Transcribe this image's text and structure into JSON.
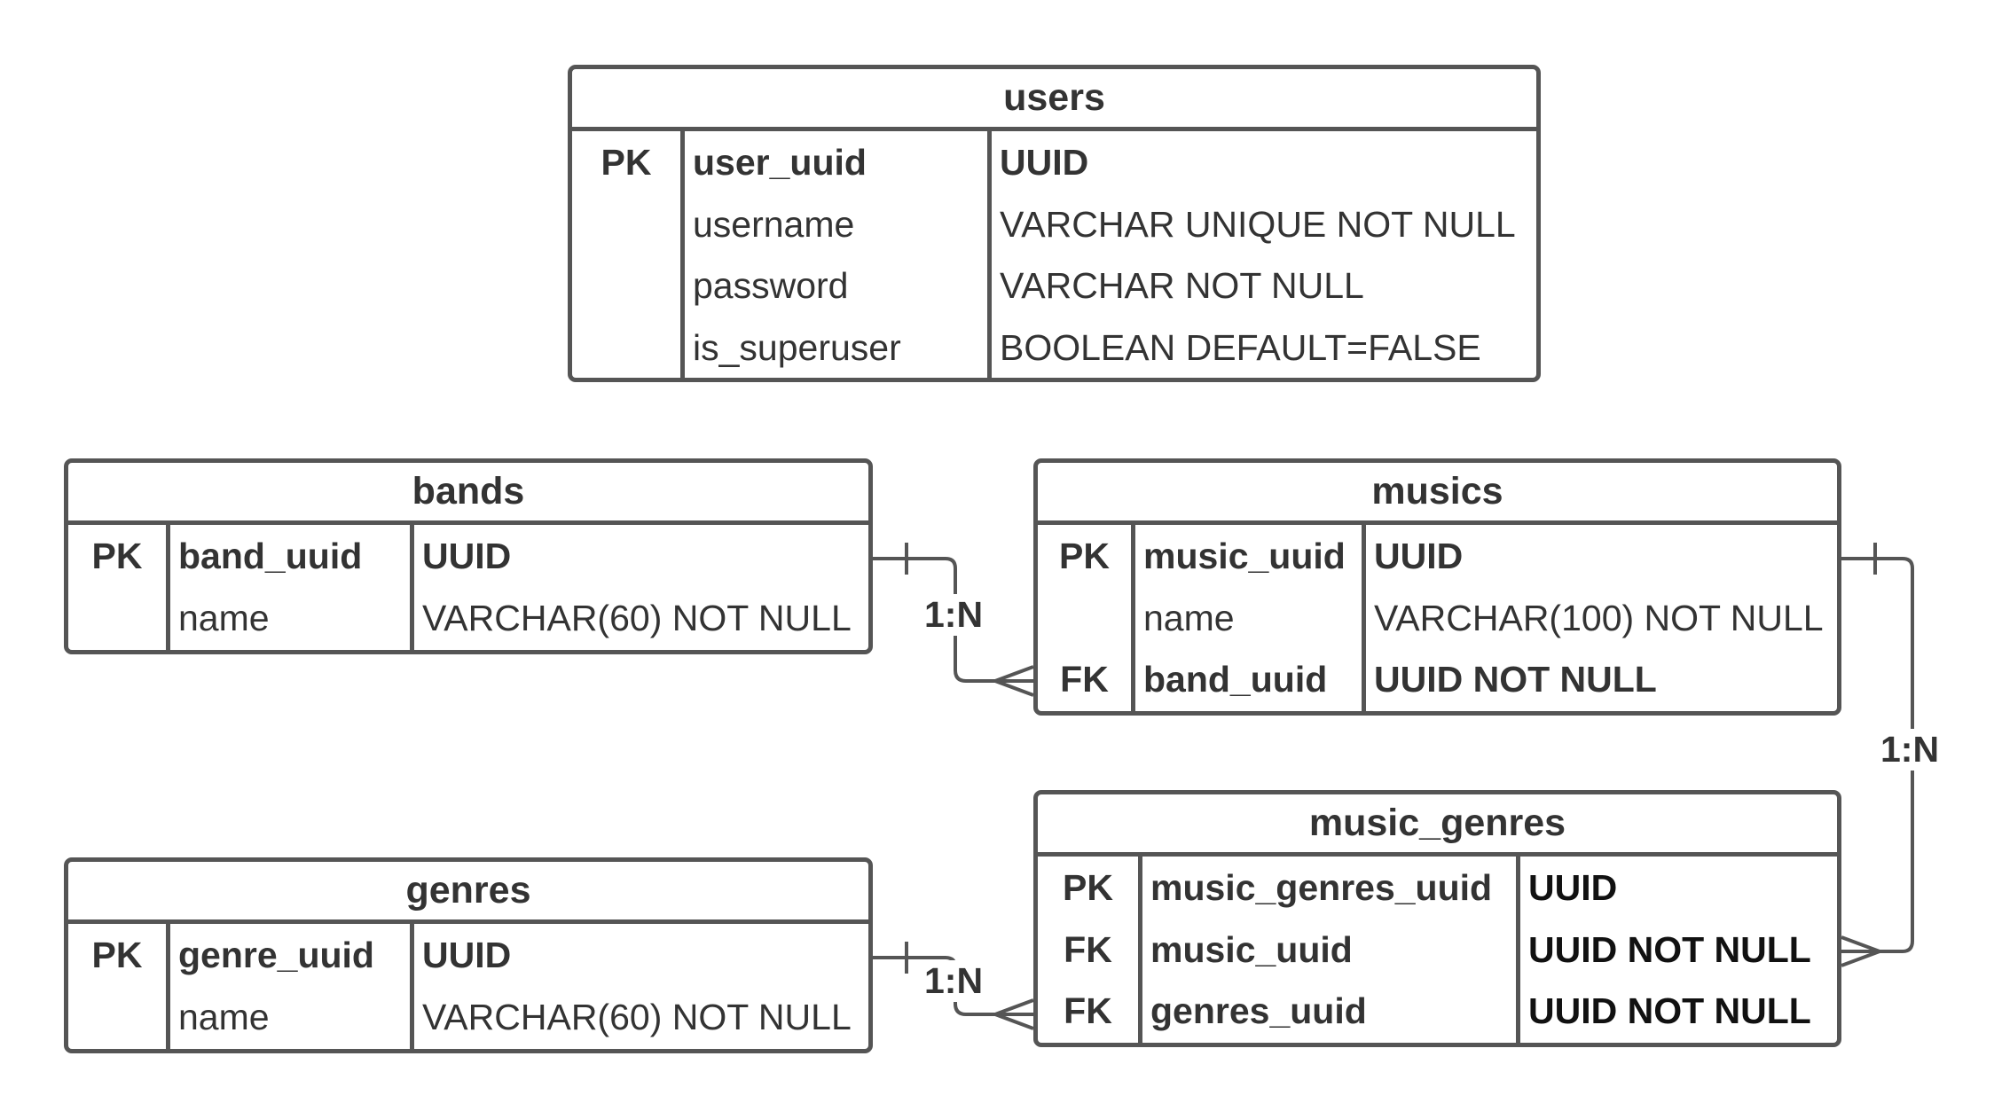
{
  "tables": {
    "users": {
      "name": "users",
      "rows": [
        {
          "key": "PK",
          "field": "user_uuid",
          "type": "UUID"
        },
        {
          "key": "",
          "field": "username",
          "type": "VARCHAR UNIQUE NOT NULL"
        },
        {
          "key": "",
          "field": "password",
          "type": "VARCHAR NOT NULL"
        },
        {
          "key": "",
          "field": "is_superuser",
          "type": "BOOLEAN DEFAULT=FALSE"
        }
      ]
    },
    "bands": {
      "name": "bands",
      "rows": [
        {
          "key": "PK",
          "field": "band_uuid",
          "type": "UUID"
        },
        {
          "key": "",
          "field": "name",
          "type": "VARCHAR(60) NOT NULL"
        }
      ]
    },
    "musics": {
      "name": "musics",
      "rows": [
        {
          "key": "PK",
          "field": "music_uuid",
          "type": "UUID"
        },
        {
          "key": "",
          "field": "name",
          "type": "VARCHAR(100) NOT NULL"
        },
        {
          "key": "FK",
          "field": "band_uuid",
          "type": "UUID NOT NULL"
        }
      ]
    },
    "music_genres": {
      "name": "music_genres",
      "rows": [
        {
          "key": "PK",
          "field": "music_genres_uuid",
          "type": "UUID"
        },
        {
          "key": "FK",
          "field": "music_uuid",
          "type": "UUID NOT NULL"
        },
        {
          "key": "FK",
          "field": "genres_uuid",
          "type": "UUID NOT NULL"
        }
      ]
    },
    "genres": {
      "name": "genres",
      "rows": [
        {
          "key": "PK",
          "field": "genre_uuid",
          "type": "UUID"
        },
        {
          "key": "",
          "field": "name",
          "type": "VARCHAR(60) NOT NULL"
        }
      ]
    }
  },
  "relations": {
    "bands_musics": "1:N",
    "musics_music_genres": "1:N",
    "genres_music_genres": "1:N"
  },
  "colors": {
    "border": "#555555",
    "text": "#333333"
  }
}
